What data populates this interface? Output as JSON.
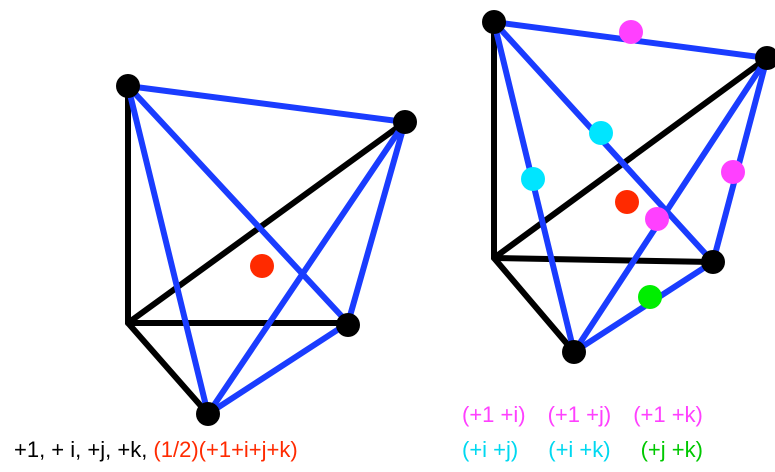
{
  "colors": {
    "background": "#ffffff",
    "black": "#000000",
    "blue": "#1a3cff",
    "red": "#ff2a00",
    "magenta": "#ff40ff",
    "cyan": "#00e5ff",
    "green": "#00ee00"
  },
  "left_figure": {
    "caption_black": "+1, + i, +j, +k, ",
    "caption_red": "(1/2)(+1+i+j+k)"
  },
  "right_figure": {
    "labels_row1": [
      "(+1 +i)",
      "(+1 +j)",
      "(+1 +k)"
    ],
    "labels_row2": [
      "(+i +j)",
      "(+i +k)",
      "(+j +k)"
    ]
  }
}
